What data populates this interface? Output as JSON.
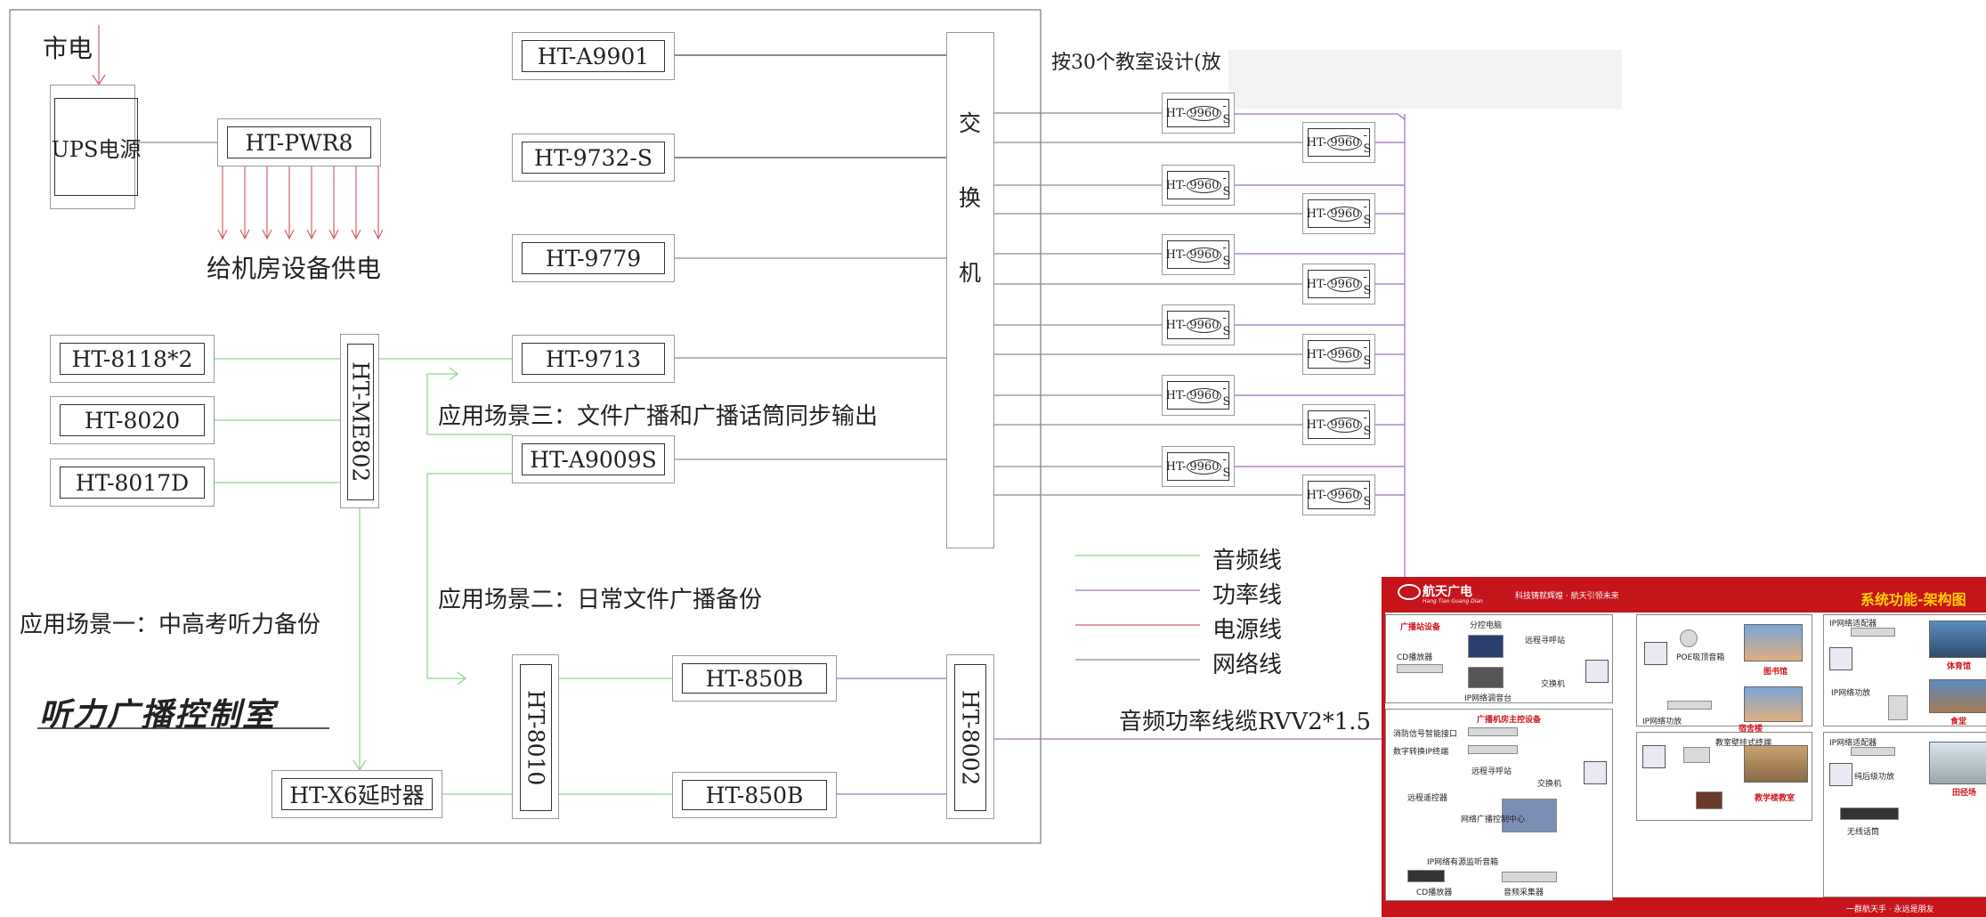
{
  "colors": {
    "audio_line": "#8fd48f",
    "power_line": "#9b6fc0",
    "power_supply_line": "#d0606b",
    "network_line": "#8c8c8c",
    "brand_red": "#c6141b"
  },
  "labels": {
    "mains": "市电",
    "ups": "UPS电源",
    "pwr8": "HT-PWR8",
    "room_power": "给机房设备供电",
    "a9901": "HT-A9901",
    "s9732": "HT-9732-S",
    "d9779": "HT-9779",
    "d9713": "HT-9713",
    "a9009s": "HT-A9009S",
    "d8118": "HT-8118*2",
    "d8020": "HT-8020",
    "d8017d": "HT-8017D",
    "me802": "HT-ME802",
    "d8010": "HT-8010",
    "d850b_1": "HT-850B",
    "d850b_2": "HT-850B",
    "d8002": "HT-8002",
    "x6": "HT-X6延时器",
    "switch": "交\n\n\n换\n\n\n机",
    "scenario3": "应用场景三：文件广播和广播话筒同步输出",
    "scenario2": "应用场景二：日常文件广播备份",
    "scenario1": "应用场景一：中高考听力备份",
    "control_room": "听力广播控制室",
    "classroom_note": "按30个教室设计(放",
    "cable": "音频功率线缆RVV2*1.5"
  },
  "classroom_terminal": {
    "prefix": "HT-",
    "middle": "9960",
    "suffix": "-S"
  },
  "legend": [
    {
      "label": "音频线",
      "color": "#8fd48f"
    },
    {
      "label": "功率线",
      "color": "#9b6fc0"
    },
    {
      "label": "电源线",
      "color": "#d0606b"
    },
    {
      "label": "网络线",
      "color": "#8c8c8c"
    }
  ],
  "promo": {
    "brand": "航天广电",
    "brand_sub": "Hang Tian Guang Dian",
    "slogan": "科技铸就辉煌 · 航天引领未来",
    "title": "系统功能-架构图",
    "footer": "一群航天手 · 永远是朋友",
    "labels": {
      "station": "广播站设备",
      "pc": "分控电脑",
      "remote1": "远程寻呼站",
      "cd1": "CD播放器",
      "ipconsole": "IP网络调音台",
      "switch1": "交换机",
      "poe": "POE吸顶音箱",
      "library": "图书馆",
      "ipadapter1": "IP网络适配器",
      "gym": "体育馆",
      "room_main": "广播机房主控设备",
      "fire": "消防信号智能接口",
      "dtip": "数字转换IP终端",
      "remote2": "远程寻呼站",
      "switch2": "交换机",
      "remotectl": "远程遥控器",
      "netcenter": "网络广播控制中心",
      "ipamp1": "IP网络功放",
      "dorm": "宿舍楼",
      "ipamp2": "IP网络功放",
      "canteen": "食堂",
      "wallterm": "教室壁挂式终端",
      "teach": "教学楼教室",
      "ipadapter2": "IP网络适配器",
      "postamp": "纯后级功放",
      "field": "田径场",
      "monitor": "IP网络有源监听音箱",
      "cd2": "CD播放器",
      "collector": "音频采集器",
      "mic": "无线话筒"
    }
  }
}
